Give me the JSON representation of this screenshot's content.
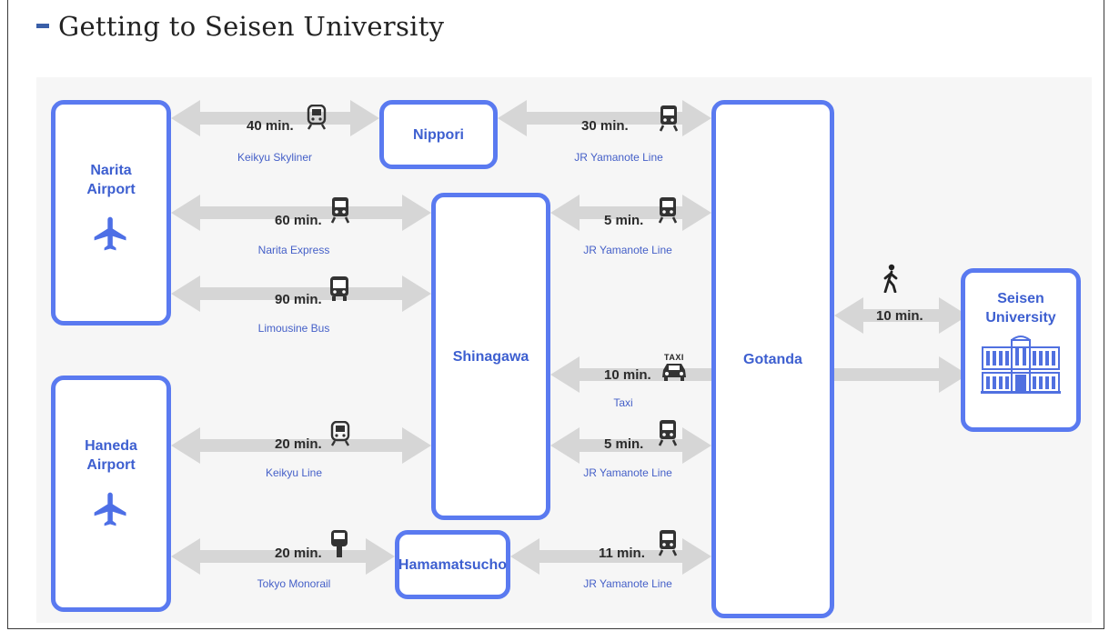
{
  "title": "Getting to Seisen University",
  "nodes": {
    "narita": "Narita\nAirport",
    "haneda": "Haneda\nAirport",
    "nippori": "Nippori",
    "shinagawa": "Shinagawa",
    "hamamatsucho": "Hamamatsucho",
    "gotanda": "Gotanda",
    "seisen": "Seisen\nUniversity"
  },
  "routes": [
    {
      "time": "40 min.",
      "line": "Keikyu Skyliner",
      "icon": "train-icon"
    },
    {
      "time": "30 min.",
      "line": "JR Yamanote Line",
      "icon": "train-icon"
    },
    {
      "time": "60 min.",
      "line": "Narita Express",
      "icon": "train-icon"
    },
    {
      "time": "5 min.",
      "line": "JR Yamanote Line",
      "icon": "train-icon"
    },
    {
      "time": "90 min.",
      "line": "Limousine Bus",
      "icon": "bus-icon"
    },
    {
      "time": "10 min.",
      "line": "",
      "icon": "walking-person-icon"
    },
    {
      "time": "10 min.",
      "line": "Taxi",
      "icon": "taxi-icon",
      "badge": "TAXI"
    },
    {
      "time": "20 min.",
      "line": "Keikyu Line",
      "icon": "train-icon"
    },
    {
      "time": "5 min.",
      "line": "JR Yamanote Line",
      "icon": "train-icon"
    },
    {
      "time": "20 min.",
      "line": "Tokyo Monorail",
      "icon": "monorail-icon"
    },
    {
      "time": "11 min.",
      "line": "JR Yamanote Line",
      "icon": "train-icon"
    }
  ],
  "colors": {
    "accent": "#5a7af0",
    "arrow": "#d6d6d6",
    "text": "#3d5fd0"
  }
}
